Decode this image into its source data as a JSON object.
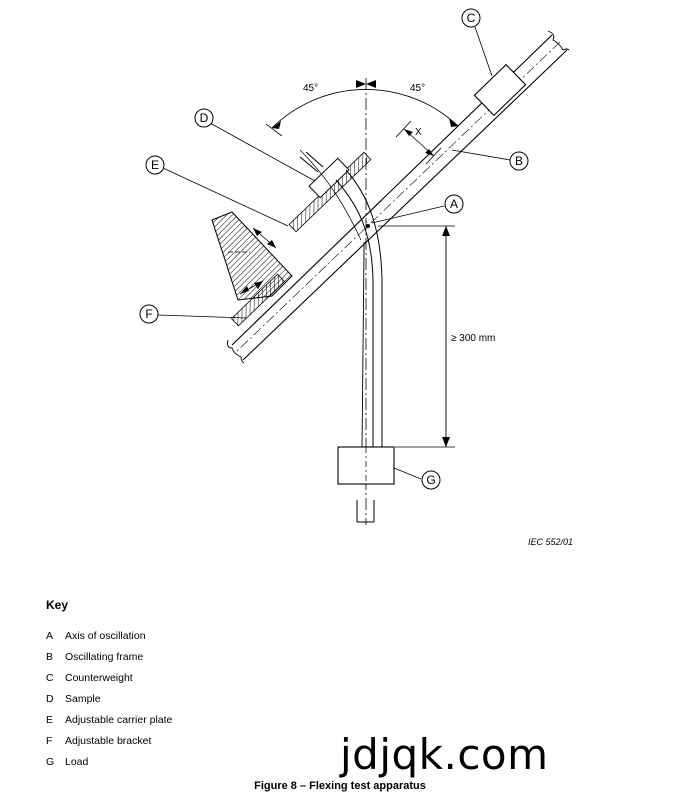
{
  "diagram": {
    "callouts": {
      "a": "A",
      "b": "B",
      "c": "C",
      "d": "D",
      "e": "E",
      "f": "F",
      "g": "G"
    },
    "angle_left": "45°",
    "angle_right": "45°",
    "offset_label": "X",
    "distance_label": "≥ 300 mm",
    "reference": "IEC  552/01"
  },
  "key": {
    "title": "Key",
    "items": [
      {
        "letter": "A",
        "text": "Axis of oscillation"
      },
      {
        "letter": "B",
        "text": "Oscillating frame"
      },
      {
        "letter": "C",
        "text": "Counterweight"
      },
      {
        "letter": "D",
        "text": "Sample"
      },
      {
        "letter": "E",
        "text": "Adjustable carrier plate"
      },
      {
        "letter": "F",
        "text": "Adjustable bracket"
      },
      {
        "letter": "G",
        "text": "Load"
      }
    ]
  },
  "caption": "Figure 8 – Flexing test apparatus",
  "watermark": "jdjqk.com"
}
